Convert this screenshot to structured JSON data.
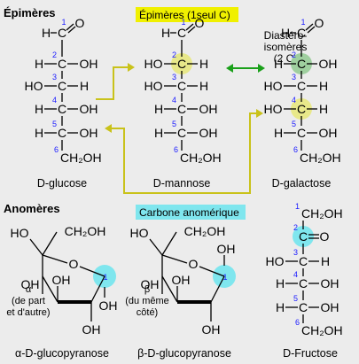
{
  "headers": {
    "epimeres": "Épimères",
    "epimeres_1c": "Épimères (1seul C)",
    "diastereo": [
      "Diastéro-",
      "isomères",
      "(2 C)"
    ],
    "anomeres": "Anomères",
    "carbone_anomerique": "Carbone anomérique"
  },
  "molecules": {
    "glucose": "D-glucose",
    "mannose": "D-mannose",
    "galactose": "D-galactose",
    "alpha": "α-D-glucopyranose",
    "beta": "β-D-glucopyranose",
    "fructose": "D-Fructose"
  },
  "notes": {
    "alpha": [
      "α",
      "(de part",
      "et d'autre)"
    ],
    "beta": [
      "β",
      "(du même",
      "côté)"
    ]
  },
  "atoms": {
    "C": "C",
    "H": "H",
    "O": "O",
    "HO": "HO",
    "OH": "OH",
    "CH2OH": "CH₂OH"
  },
  "numbers": [
    "1",
    "2",
    "3",
    "4",
    "5",
    "6"
  ],
  "colors": {
    "background": "#ececec",
    "yellow_highlight": "#e8e88a",
    "green_highlight": "#9fcf9f",
    "cyan_highlight": "#7fe6ee",
    "anomeric_label_bg": "#7fe6ee",
    "epimer_label_bg": "#f0f000",
    "arrow_yellow": "#c9c21a",
    "arrow_green": "#1aa01a",
    "carbon_numbers": "#1a1aff"
  }
}
